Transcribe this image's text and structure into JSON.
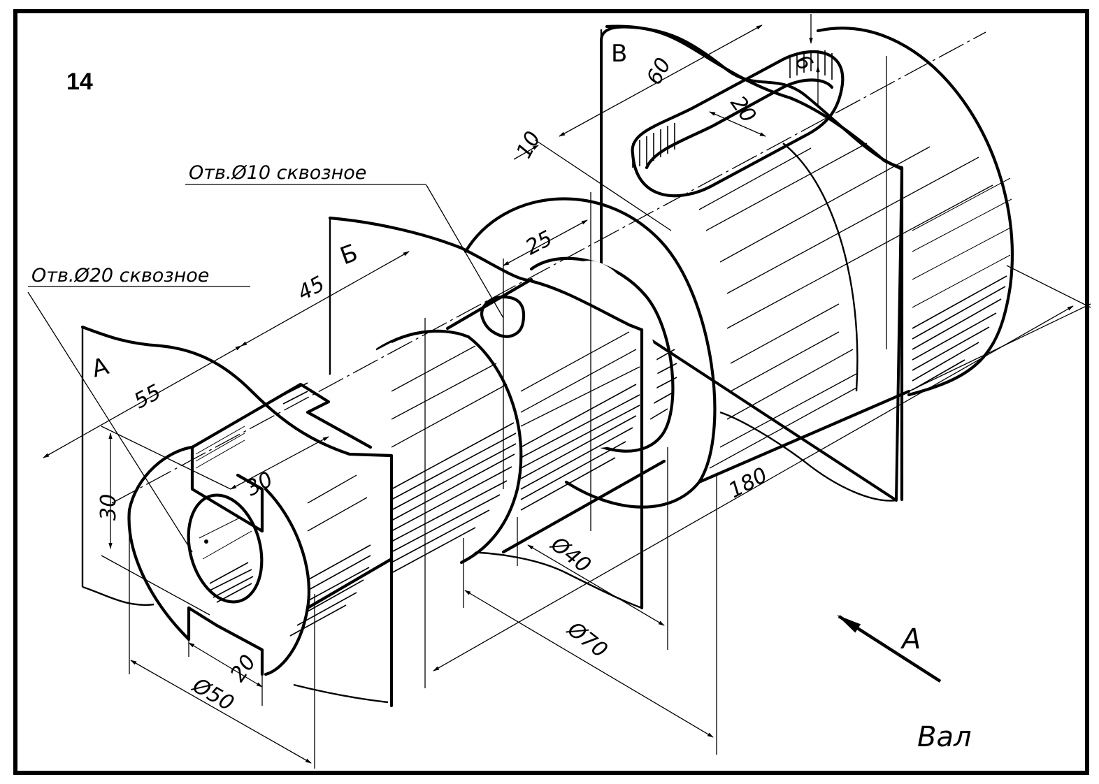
{
  "drawing": {
    "number": "14",
    "part_name": "Вал",
    "view_direction_label": "А",
    "section_planes": [
      {
        "id": "A",
        "label": "А"
      },
      {
        "id": "B",
        "label": "Б"
      },
      {
        "id": "V",
        "label": "В"
      }
    ],
    "notes": [
      {
        "id": "hole-20",
        "text": "Отв.Ø20 сквозное"
      },
      {
        "id": "hole-10",
        "text": "Отв.Ø10 сквозное"
      }
    ],
    "dimensions": {
      "d55": "55",
      "d45": "45",
      "d25": "25",
      "d60": "60",
      "d10": "10",
      "d20_slot": "20",
      "d6": "6",
      "d30_vertical": "30",
      "d30_slot": "30",
      "d20_bottom": "20",
      "dia50": "Ø50",
      "dia40": "Ø40",
      "dia70": "Ø70",
      "d180": "180"
    },
    "colors": {
      "ink": "#000000",
      "paper": "#ffffff"
    }
  }
}
